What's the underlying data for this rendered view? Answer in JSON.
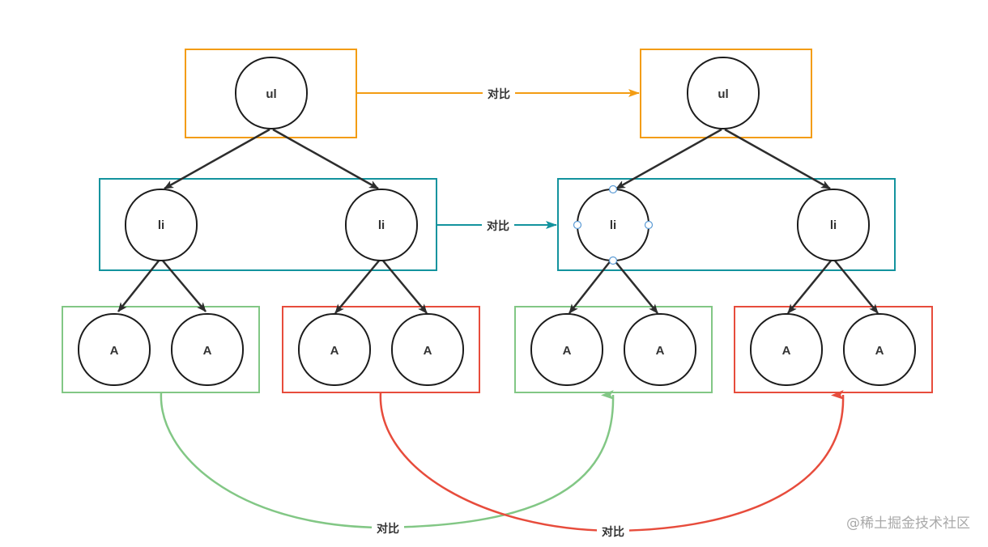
{
  "colors": {
    "orange": "#f39c12",
    "teal": "#13939e",
    "green": "#82c785",
    "red": "#e74c3c",
    "node_stroke": "#1c1c1c",
    "arrow": "#2d2d2d",
    "handle": "#5b9bd5"
  },
  "labels": {
    "ul": "ul",
    "li": "li",
    "a": "A",
    "compare": "对比"
  },
  "watermark": "@稀土掘金技术社区"
}
